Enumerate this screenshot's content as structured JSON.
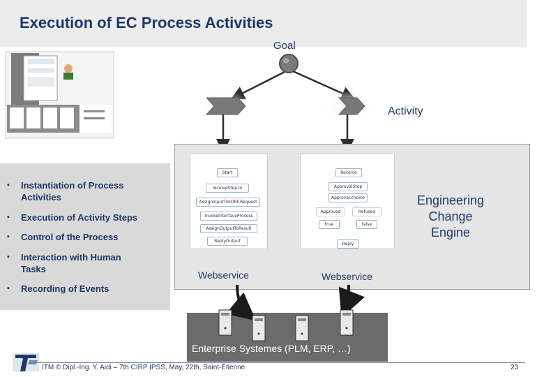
{
  "slide": {
    "title": "Execution of EC Process Activities"
  },
  "labels": {
    "goal": "Goal",
    "activity": "Activity",
    "engine": "Engineering Change Engine"
  },
  "list": {
    "items": [
      "Instantiation of Process Activities",
      "Execution of Activity Steps",
      "Control of the Process",
      "Interaction with Human Tasks",
      "Recording of Events"
    ]
  },
  "workflow_left": {
    "nodes": [
      "Start",
      "receiveStep.In",
      "AssignInputToSORF.Request",
      "InvokeInterfaceProcess",
      "AssignOutputToResult",
      "ReplyOutput"
    ]
  },
  "workflow_right": {
    "nodes": [
      "Receive",
      "ApprovalStep",
      "Approval.choice",
      "Approved",
      "Refused",
      "true",
      "false",
      "Reply"
    ]
  },
  "webservice": {
    "left": "Webservice",
    "right": "Webservice"
  },
  "systems": {
    "label": "Enterprise Systemes (PLM, ERP, …)"
  },
  "footer": {
    "text": "ITM © Dipl.-Ing. Y. Aidi – 7th CIRP IPSS, May, 22th, Saint-Étienne",
    "page": "23"
  },
  "colors": {
    "title": "#1f3864",
    "panel": "#d9d9d9",
    "engine": "#e6e6e6",
    "systems": "#6b6b6b"
  }
}
